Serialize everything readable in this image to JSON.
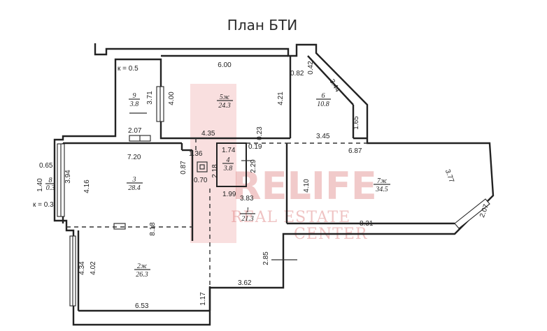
{
  "title": "План БТИ",
  "watermark": {
    "brand": "RELIFE",
    "line2": "REAL ESTATE",
    "line3": "CENTER",
    "color": "#d96a6a"
  },
  "rooms": [
    {
      "num": "9",
      "area": "3.8"
    },
    {
      "num": "5ж",
      "area": "24.3"
    },
    {
      "num": "6",
      "area": "10.8"
    },
    {
      "num": "3",
      "area": "28.4"
    },
    {
      "num": "4",
      "area": "3.8"
    },
    {
      "num": "7ж",
      "area": "34.5"
    },
    {
      "num": "8",
      "area": "0.3"
    },
    {
      "num": "1",
      "area": "21.3"
    },
    {
      "num": "2ж",
      "area": "26.3"
    }
  ],
  "dimensions": [
    "к = 0.5",
    "3.71",
    "6.00",
    "4.00",
    "4.21",
    "0.82",
    "0.42",
    "3.44",
    "1.65",
    "2.07",
    "4.35",
    "0.23",
    "3.45",
    "6.87",
    "1.36",
    "1.74",
    "0.19",
    "7.20",
    "0.87",
    "2.18",
    "0.70",
    "2.29",
    "4.10",
    "3.77",
    "0.65",
    "3.94",
    "1.40",
    "4.16",
    "1.99",
    "3.83",
    "к = 0.3",
    "2.07",
    "8.31",
    "8.18",
    "4.34",
    "4.02",
    "2.85",
    "3.62",
    "6.53",
    "1.17"
  ]
}
